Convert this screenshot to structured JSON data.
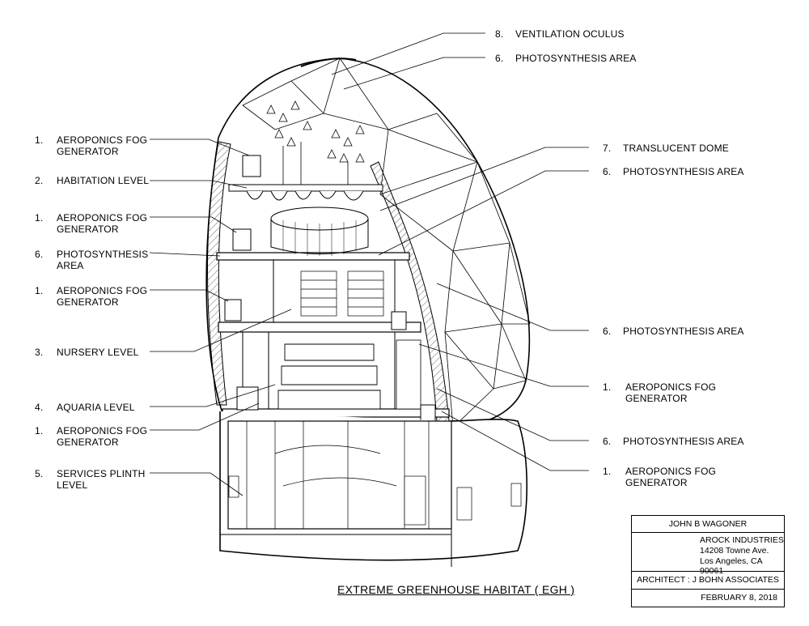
{
  "callouts_left": [
    {
      "num": "1.",
      "text": "AEROPONICS FOG\nGENERATOR"
    },
    {
      "num": "2.",
      "text": "HABITATION LEVEL"
    },
    {
      "num": "1.",
      "text": "AEROPONICS FOG\nGENERATOR"
    },
    {
      "num": "6.",
      "text": "PHOTOSYNTHESIS\nAREA"
    },
    {
      "num": "1.",
      "text": "AEROPONICS FOG\nGENERATOR"
    },
    {
      "num": "3.",
      "text": "NURSERY LEVEL"
    },
    {
      "num": "4.",
      "text": "AQUARIA LEVEL"
    },
    {
      "num": "1.",
      "text": "AEROPONICS FOG\nGENERATOR"
    },
    {
      "num": "5.",
      "text": "SERVICES PLINTH\nLEVEL"
    }
  ],
  "callouts_right": [
    {
      "num": "8.",
      "text": "VENTILATION OCULUS"
    },
    {
      "num": "6.",
      "text": "PHOTOSYNTHESIS AREA"
    },
    {
      "num": "7.",
      "text": "TRANSLUCENT DOME"
    },
    {
      "num": "6.",
      "text": "PHOTOSYNTHESIS AREA"
    },
    {
      "num": "6.",
      "text": "PHOTOSYNTHESIS AREA"
    },
    {
      "num": "1.",
      "text": "AEROPONICS FOG\nGENERATOR"
    },
    {
      "num": "6.",
      "text": "PHOTOSYNTHESIS AREA"
    },
    {
      "num": "1.",
      "text": "AEROPONICS FOG\nGENERATOR"
    }
  ],
  "title": "EXTREME GREENHOUSE HABITAT ( EGH )",
  "title_block": {
    "name": "JOHN  B  WAGONER",
    "company": "AROCK INDUSTRIES",
    "address1": "14208 Towne Ave.",
    "address2": "Los Angeles, CA 90061",
    "architect": "ARCHITECT : J BOHN ASSOCIATES",
    "date": "FEBRUARY 8, 2018"
  }
}
